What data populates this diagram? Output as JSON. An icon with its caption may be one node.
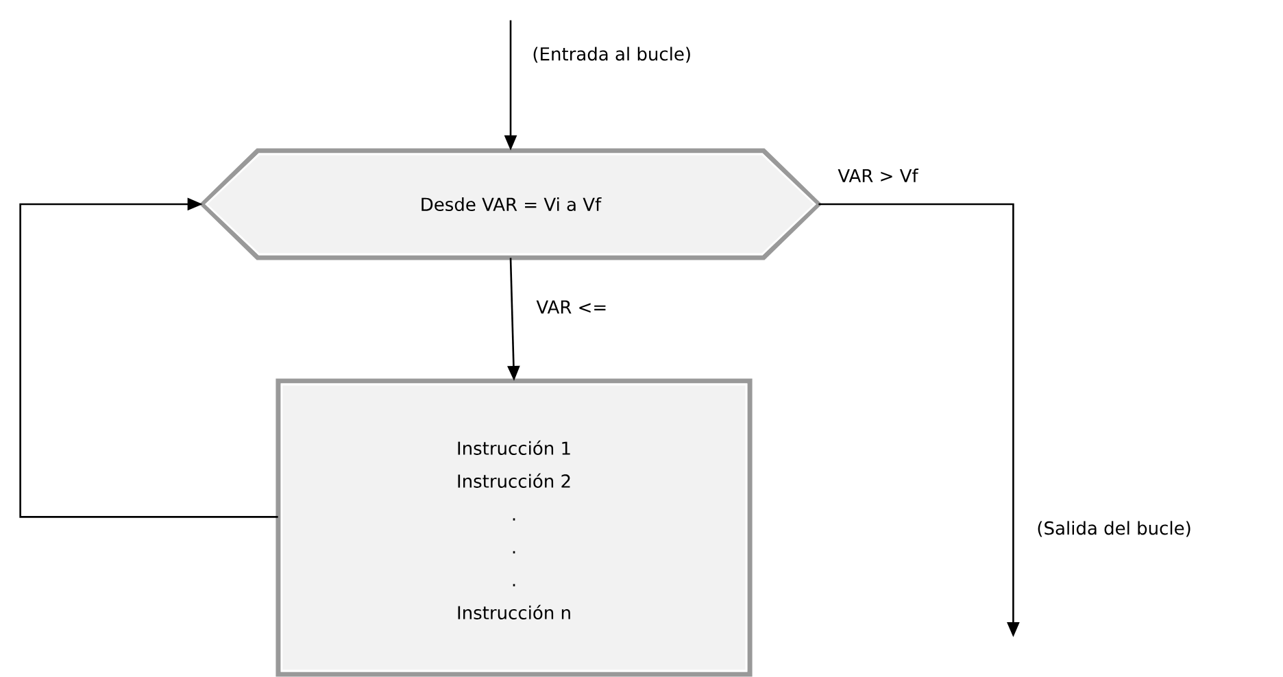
{
  "diagram": {
    "nodes": [
      {
        "text": [
          "Desde VAR = Vi a Vf"
        ]
      },
      {
        "text": [
          "Instrucción 1",
          "Instrucción 2",
          ".",
          ".",
          ".",
          "Instrucción n"
        ]
      }
    ],
    "edges": [
      {
        "from": null,
        "to": 0,
        "arrow": "to",
        "label": "(Entrada al bucle)"
      },
      {
        "from": 0,
        "to": 1,
        "arrow": "to",
        "label": "VAR <="
      },
      {
        "from": 1,
        "to": 0,
        "arrow": "to"
      },
      {
        "from": 0,
        "to": null,
        "arrow": "to",
        "label": "VAR > Vf"
      }
    ],
    "labels": [
      "(Salida del bucle)"
    ]
  }
}
